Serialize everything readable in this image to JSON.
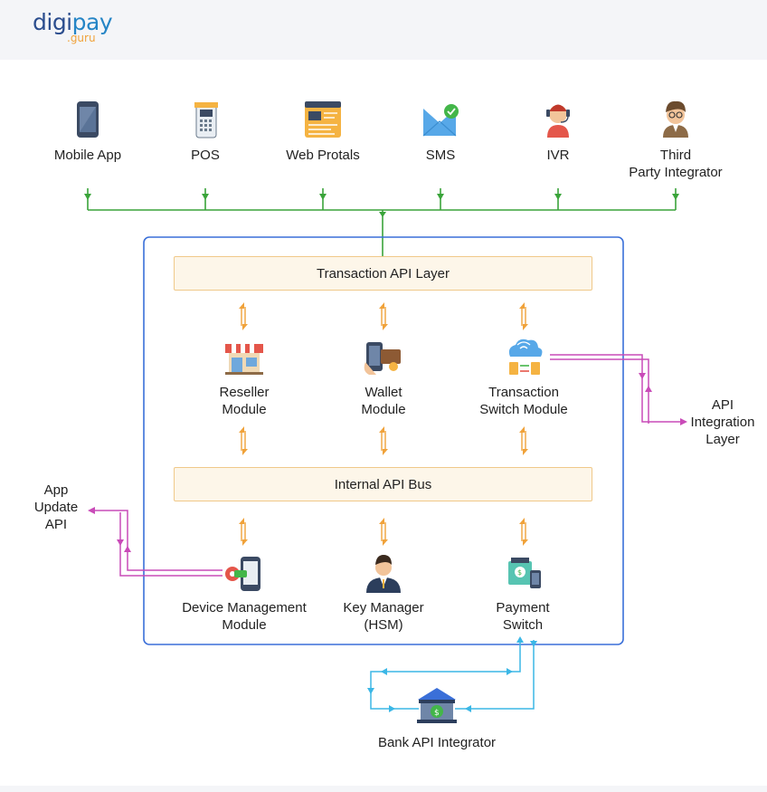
{
  "brand": {
    "logo_main_a": "digi",
    "logo_main_b": "pay",
    "logo_sub": ".guru"
  },
  "channels": [
    {
      "label": "Mobile App",
      "icon": "mobile-phone-icon"
    },
    {
      "label": "POS",
      "icon": "pos-terminal-icon"
    },
    {
      "label": "Web Protals",
      "icon": "web-browser-code-icon"
    },
    {
      "label": "SMS",
      "icon": "envelope-check-icon"
    },
    {
      "label": "IVR",
      "icon": "headset-agent-icon"
    },
    {
      "label": "Third\nParty Integrator",
      "icon": "person-glasses-icon"
    }
  ],
  "layers": {
    "transaction_api": "Transaction API Layer",
    "internal_bus": "Internal API Bus"
  },
  "modules": [
    {
      "label": "Reseller\nModule",
      "icon": "storefront-icon"
    },
    {
      "label": "Wallet\nModule",
      "icon": "wallet-phone-icon"
    },
    {
      "label": "Transaction\nSwitch Module",
      "icon": "cloud-transfer-icon"
    }
  ],
  "services": [
    {
      "label": "Device Management\nModule",
      "icon": "device-gear-icon"
    },
    {
      "label": "Key Manager\n(HSM)",
      "icon": "key-manager-person-icon"
    },
    {
      "label": "Payment\nSwitch",
      "icon": "payment-switch-icon"
    }
  ],
  "external": {
    "api_integration": "API\nIntegration\nLayer",
    "app_update": "App\nUpdate\nAPI",
    "bank": "Bank API Integrator"
  },
  "colors": {
    "green": "#3aa43a",
    "blue": "#3a6fd8",
    "orange": "#f0a23a",
    "magenta": "#c94bb8",
    "cyan": "#3bb7e6"
  }
}
